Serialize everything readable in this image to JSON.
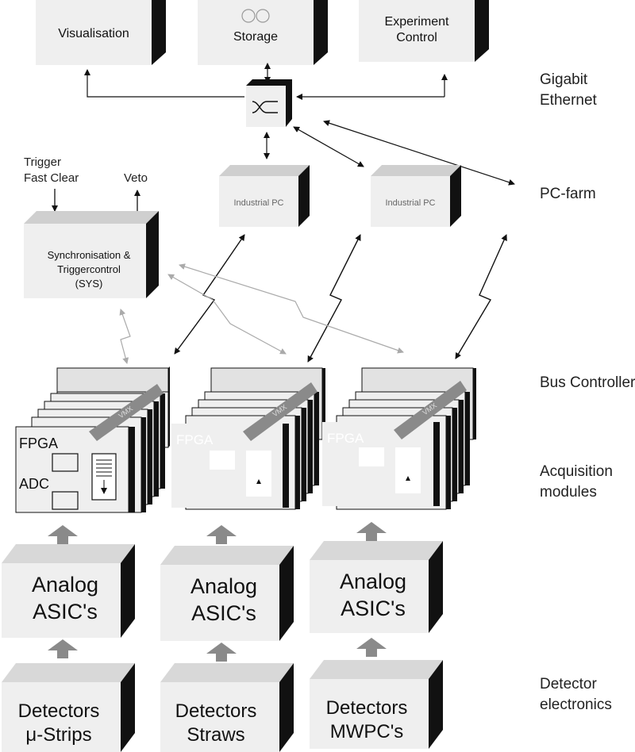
{
  "top": {
    "visualisation": "Visualisation",
    "storage": "Storage",
    "experiment_line1": "Experiment",
    "experiment_line2": "Control"
  },
  "pcfarm": {
    "pc1": "Industrial PC",
    "pc2": "Industrial PC"
  },
  "sync": {
    "trigger": "Trigger",
    "fast_clear": "Fast Clear",
    "veto": "Veto",
    "line1": "Synchronisation &",
    "line2": "Triggercontrol",
    "line3": "(SYS)"
  },
  "modules": {
    "fpga": "FPGA",
    "adc": "ADC",
    "bus_tag": "VMX"
  },
  "asic": {
    "line1": "Analog",
    "line2": "ASIC's"
  },
  "detectors": {
    "word": "Detectors",
    "d1": "μ-Strips",
    "d2": "Straws",
    "d3": "MWPC's"
  },
  "side_labels": {
    "gigabit_1": "Gigabit",
    "gigabit_2": "Ethernet",
    "pcfarm": "PC-farm",
    "bus": "Bus Controller",
    "acq_1": "Acquisition",
    "acq_2": "modules",
    "det_1": "Detector",
    "det_2": "electronics"
  }
}
